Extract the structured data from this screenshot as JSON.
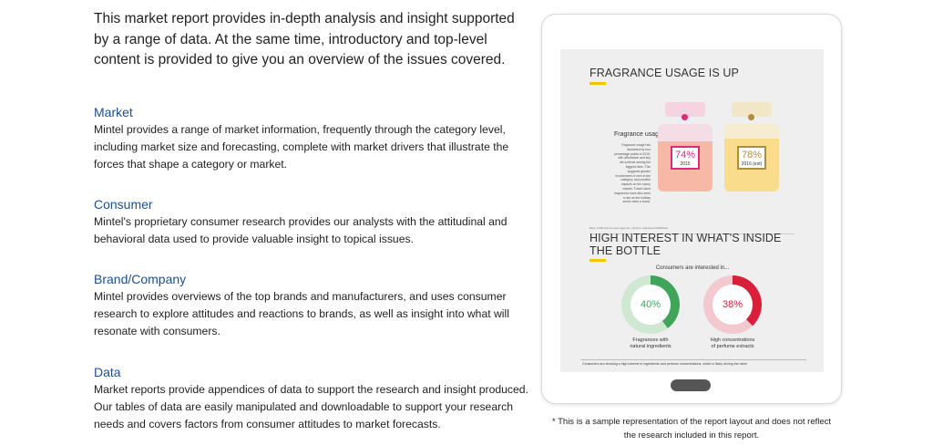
{
  "intro": "This market report provides in-depth analysis and insight supported by a range of data. At the same time, introductory and top-level content is provided to give you an overview of the issues covered.",
  "sections": [
    {
      "title": "Market",
      "body": "Mintel provides a range of market information, frequently through the category level, including market size and forecasting, complete with market drivers that illustrate the forces that shape a category or market."
    },
    {
      "title": "Consumer",
      "body": "Mintel's proprietary consumer research provides our analysts with the attitudinal and behavioral data used to provide valuable insight to topical issues."
    },
    {
      "title": "Brand/Company",
      "body": "Mintel provides overviews of the top brands and manufacturers, and uses consumer research to explore attitudes and reactions to brands, as well as insight into what will resonate with consumers."
    },
    {
      "title": "Data",
      "body": "Market reports provide appendices of data to support the research and insight produced. Our tables of data are easily manipulated and downloadable to support your research needs and covers factors from consumer attitudes to market forecasts."
    }
  ],
  "preview": {
    "heading1": "FRAGRANCE USAGE IS UP",
    "usage_label": "Fragrance usage",
    "usage_text": "Fragrance usage has increased by four percentage points in 2016, with affordance and key die scheme seeing the biggest rises. This suggests greater involvement of men in the category, and positive impacts on the luxury market. Travel-sized fragrances have also seen a rise as the holiday sector sees a boost.",
    "bottles": [
      {
        "value": "74%",
        "year": "2015",
        "color": "#e0287a",
        "liquid": "#f7b9a6",
        "cap": "#f6d3e1"
      },
      {
        "value": "78%",
        "year": "2016 (est)",
        "color": "#b08d3c",
        "liquid": "#f9dc8c",
        "cap": "#f1e6c6"
      }
    ],
    "base_note": "Base: 2,000 internet users aged 16+ | Source: Lightspeed GMI/Mintel",
    "heading2_line1": "HIGH INTEREST IN WHAT'S INSIDE",
    "heading2_line2": "THE BOTTLE",
    "consumers_label": "Consumers are interested in...",
    "interests": [
      {
        "value": "40%",
        "caption_line1": "Fragrances with",
        "caption_line2": "natural ingredients",
        "color": "#3fa55a",
        "fraction": 0.4
      },
      {
        "value": "38%",
        "caption_line1": "High concentrations",
        "caption_line2": "of perfume extracts",
        "color": "#d8203a",
        "fraction": 0.38
      }
    ],
    "bottom_text": "Consumers are showing a high interest in ingredients and perfume concentrations, which is likely driving the niche"
  },
  "footnote_line1": "* This is a sample representation of the report layout and does not reflect",
  "footnote_line2": "the research included in this report."
}
